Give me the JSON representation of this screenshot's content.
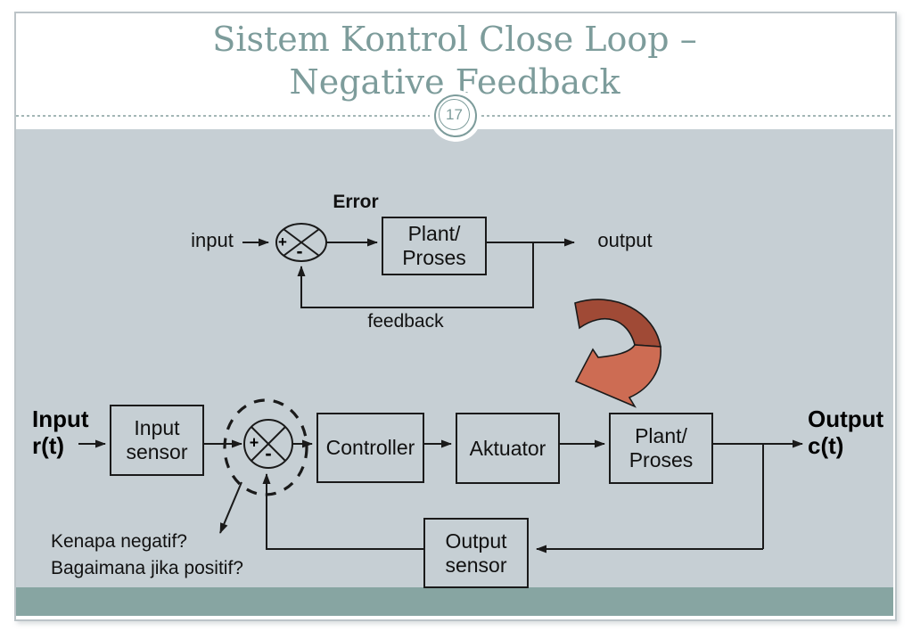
{
  "slide": {
    "title_line1": "Sistem Kontrol Close Loop –",
    "title_line2": "Negative Feedback",
    "page_number": "17"
  },
  "top_diagram": {
    "error_label": "Error",
    "input_label": "input",
    "sum_plus": "+",
    "sum_minus": "-",
    "plant_box_line1": "Plant/",
    "plant_box_line2": "Proses",
    "output_label": "output",
    "feedback_label": "feedback"
  },
  "bottom_diagram": {
    "input_label_line1": "Input",
    "input_label_line2": "r(t)",
    "input_sensor_line1": "Input",
    "input_sensor_line2": "sensor",
    "sum_plus": "+",
    "sum_minus": "-",
    "controller_label": "Controller",
    "aktuator_label": "Aktuator",
    "plant_box_line1": "Plant/",
    "plant_box_line2": "Proses",
    "output_label_line1": "Output",
    "output_label_line2": "c(t)",
    "output_sensor_line1": "Output",
    "output_sensor_line2": "sensor",
    "annotation_line1": "Kenapa negatif?",
    "annotation_line2": "Bagaimana jika positif?"
  },
  "colors": {
    "main_bg": "#c6cfd4",
    "band_bg": "#87a5a2",
    "title_color": "#7d9c9b",
    "badge_ring": "#7d9c9b",
    "line_color": "#1a1a1a",
    "arrow_dark": "#a04a36",
    "arrow_light": "#cd6c53"
  }
}
